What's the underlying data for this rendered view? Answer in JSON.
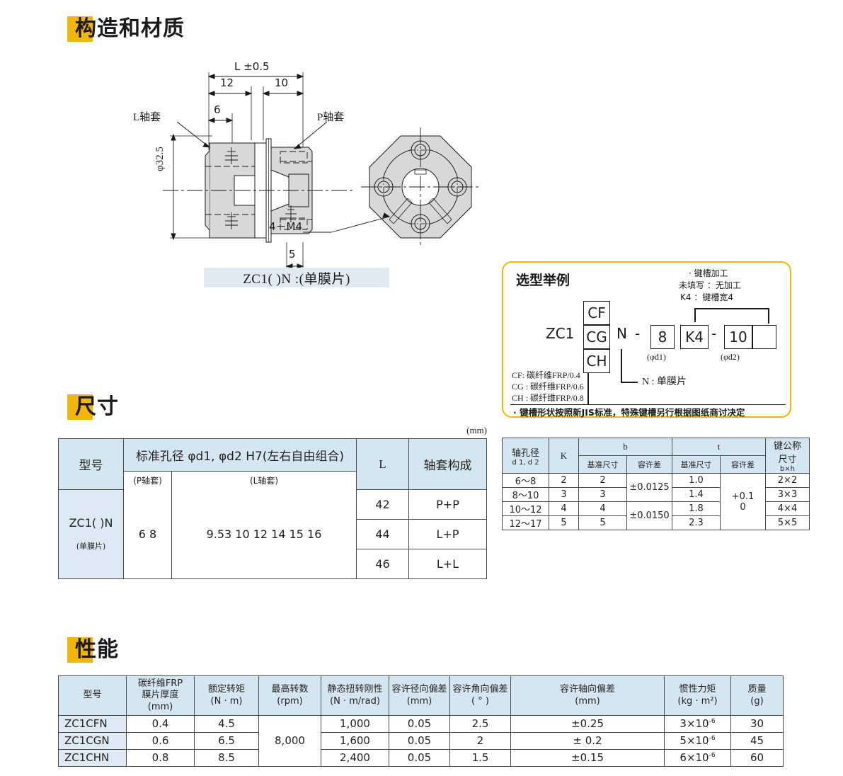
{
  "sections": {
    "structure": {
      "title": "构造和材质"
    },
    "dimensions": {
      "title": "尺寸"
    },
    "performance": {
      "title": "性能"
    }
  },
  "drawing": {
    "labels": {
      "overall": "L ±0.5",
      "dim12": "12",
      "dim10": "10",
      "dim6": "6",
      "dim5": "5",
      "diameter": "φ32.5",
      "l_sleeve": "L轴套",
      "p_sleeve": "P轴套",
      "screw": "4－M4"
    },
    "caption": "ZC1( )N :(单膜片)"
  },
  "code_example": {
    "title": "选型举例",
    "prefix": "ZC1",
    "material_options": [
      "CF",
      "CG",
      "CH"
    ],
    "film": "N",
    "dash1": "-",
    "d1_value": "8",
    "keyway_value": "K4",
    "dash2": "-",
    "d2_value": "10",
    "blank_value": "",
    "d1_label": "(φd1)",
    "d2_label": "(φd2)",
    "keyway_notes": [
      "· 键槽加工",
      "未填写 ：无加工",
      "K4 ：键槽宽4"
    ],
    "film_note": "N : 单膜片",
    "material_legend": [
      "CF: 碳纤维FRP/0.4",
      "CG : 碳纤维FRP/0.6",
      "CH : 碳纤维FRP/0.8"
    ],
    "footer_note": "· 键槽形状按照新JIS标准，特殊键槽另行根据图纸商讨决定"
  },
  "dimension_table": {
    "unit": "(mm)",
    "headers": {
      "model": "型号",
      "bore": "标准孔径 φd1, φd2 H7(左右自由组合)",
      "length": "L",
      "sleeve": "轴套构成"
    },
    "sub_headers": {
      "p": "(P轴套)",
      "l": "(L轴套)"
    },
    "row": {
      "model": "ZC1( )N",
      "model_sub": "(单膜片)",
      "p_bores": "6  8",
      "l_bores": "9.53  10  12  14  15  16",
      "lengths": [
        "42",
        "44",
        "46"
      ],
      "sleeves": [
        "P+P",
        "L+P",
        "L+L"
      ]
    }
  },
  "keyway_table": {
    "headers": {
      "bore": "轴孔径",
      "bore_sub": "d 1, d 2",
      "k": "K",
      "b": "b",
      "t": "t",
      "key_nominal": "键公称",
      "key_nominal2": "尺寸",
      "key_nominal3": "b×h",
      "basic": "基准尺寸",
      "tolerance": "容许差"
    },
    "rows": [
      {
        "bore": "6～8",
        "k": "2",
        "b_basic": "2",
        "t_basic": "1.0",
        "key": "2×2"
      },
      {
        "bore": "8～10",
        "k": "3",
        "b_basic": "3",
        "t_basic": "1.4",
        "key": "3×3"
      },
      {
        "bore": "10～12",
        "k": "4",
        "b_basic": "4",
        "t_basic": "1.8",
        "key": "4×4"
      },
      {
        "bore": "12～17",
        "k": "5",
        "b_basic": "5",
        "t_basic": "2.3",
        "key": "5×5"
      }
    ],
    "b_tolerances": [
      "±0.0125",
      "±0.0150"
    ],
    "t_tolerance_top": "+0.1",
    "t_tolerance_bottom": "0"
  },
  "performance_table": {
    "headers": {
      "model": "型号",
      "thickness": "碳纤维FRP",
      "thickness2": "膜片厚度",
      "thickness_unit": "(mm)",
      "torque": "额定转矩",
      "torque_unit": "(N · m)",
      "speed": "最高转数",
      "speed_unit": "(rpm)",
      "stiffness": "静态扭转刚性",
      "stiffness_unit": "(N · m/rad)",
      "radial": "容许径向偏差",
      "radial_unit": "(mm)",
      "angular": "容许角向偏差",
      "angular_unit": "( ° )",
      "axial": "容许轴向偏差",
      "axial_unit": "(mm)",
      "inertia": "惯性力矩",
      "inertia_unit": "(kg · m²)",
      "mass": "质量",
      "mass_unit": "(g)"
    },
    "max_speed": "8,000",
    "rows": [
      {
        "model": "ZC1CFN",
        "thickness": "0.4",
        "torque": "4.5",
        "stiffness": "1,000",
        "radial": "0.05",
        "angular": "2.5",
        "axial": "±0.25",
        "inertia_mantissa": "3×10",
        "inertia_exp": "-6",
        "mass": "30"
      },
      {
        "model": "ZC1CGN",
        "thickness": "0.6",
        "torque": "6.5",
        "stiffness": "1,600",
        "radial": "0.05",
        "angular": "2",
        "axial": "± 0.2",
        "inertia_mantissa": "5×10",
        "inertia_exp": "-6",
        "mass": "45"
      },
      {
        "model": "ZC1CHN",
        "thickness": "0.8",
        "torque": "8.5",
        "stiffness": "2,400",
        "radial": "0.05",
        "angular": "1.5",
        "axial": "±0.15",
        "inertia_mantissa": "6×10",
        "inertia_exp": "-6",
        "mass": "60"
      }
    ]
  },
  "colors": {
    "accent": "#f2b705",
    "table_header": "#d5e6f3",
    "caption_bg": "#dfeaf3",
    "part_fill": "#d8d8d8"
  }
}
